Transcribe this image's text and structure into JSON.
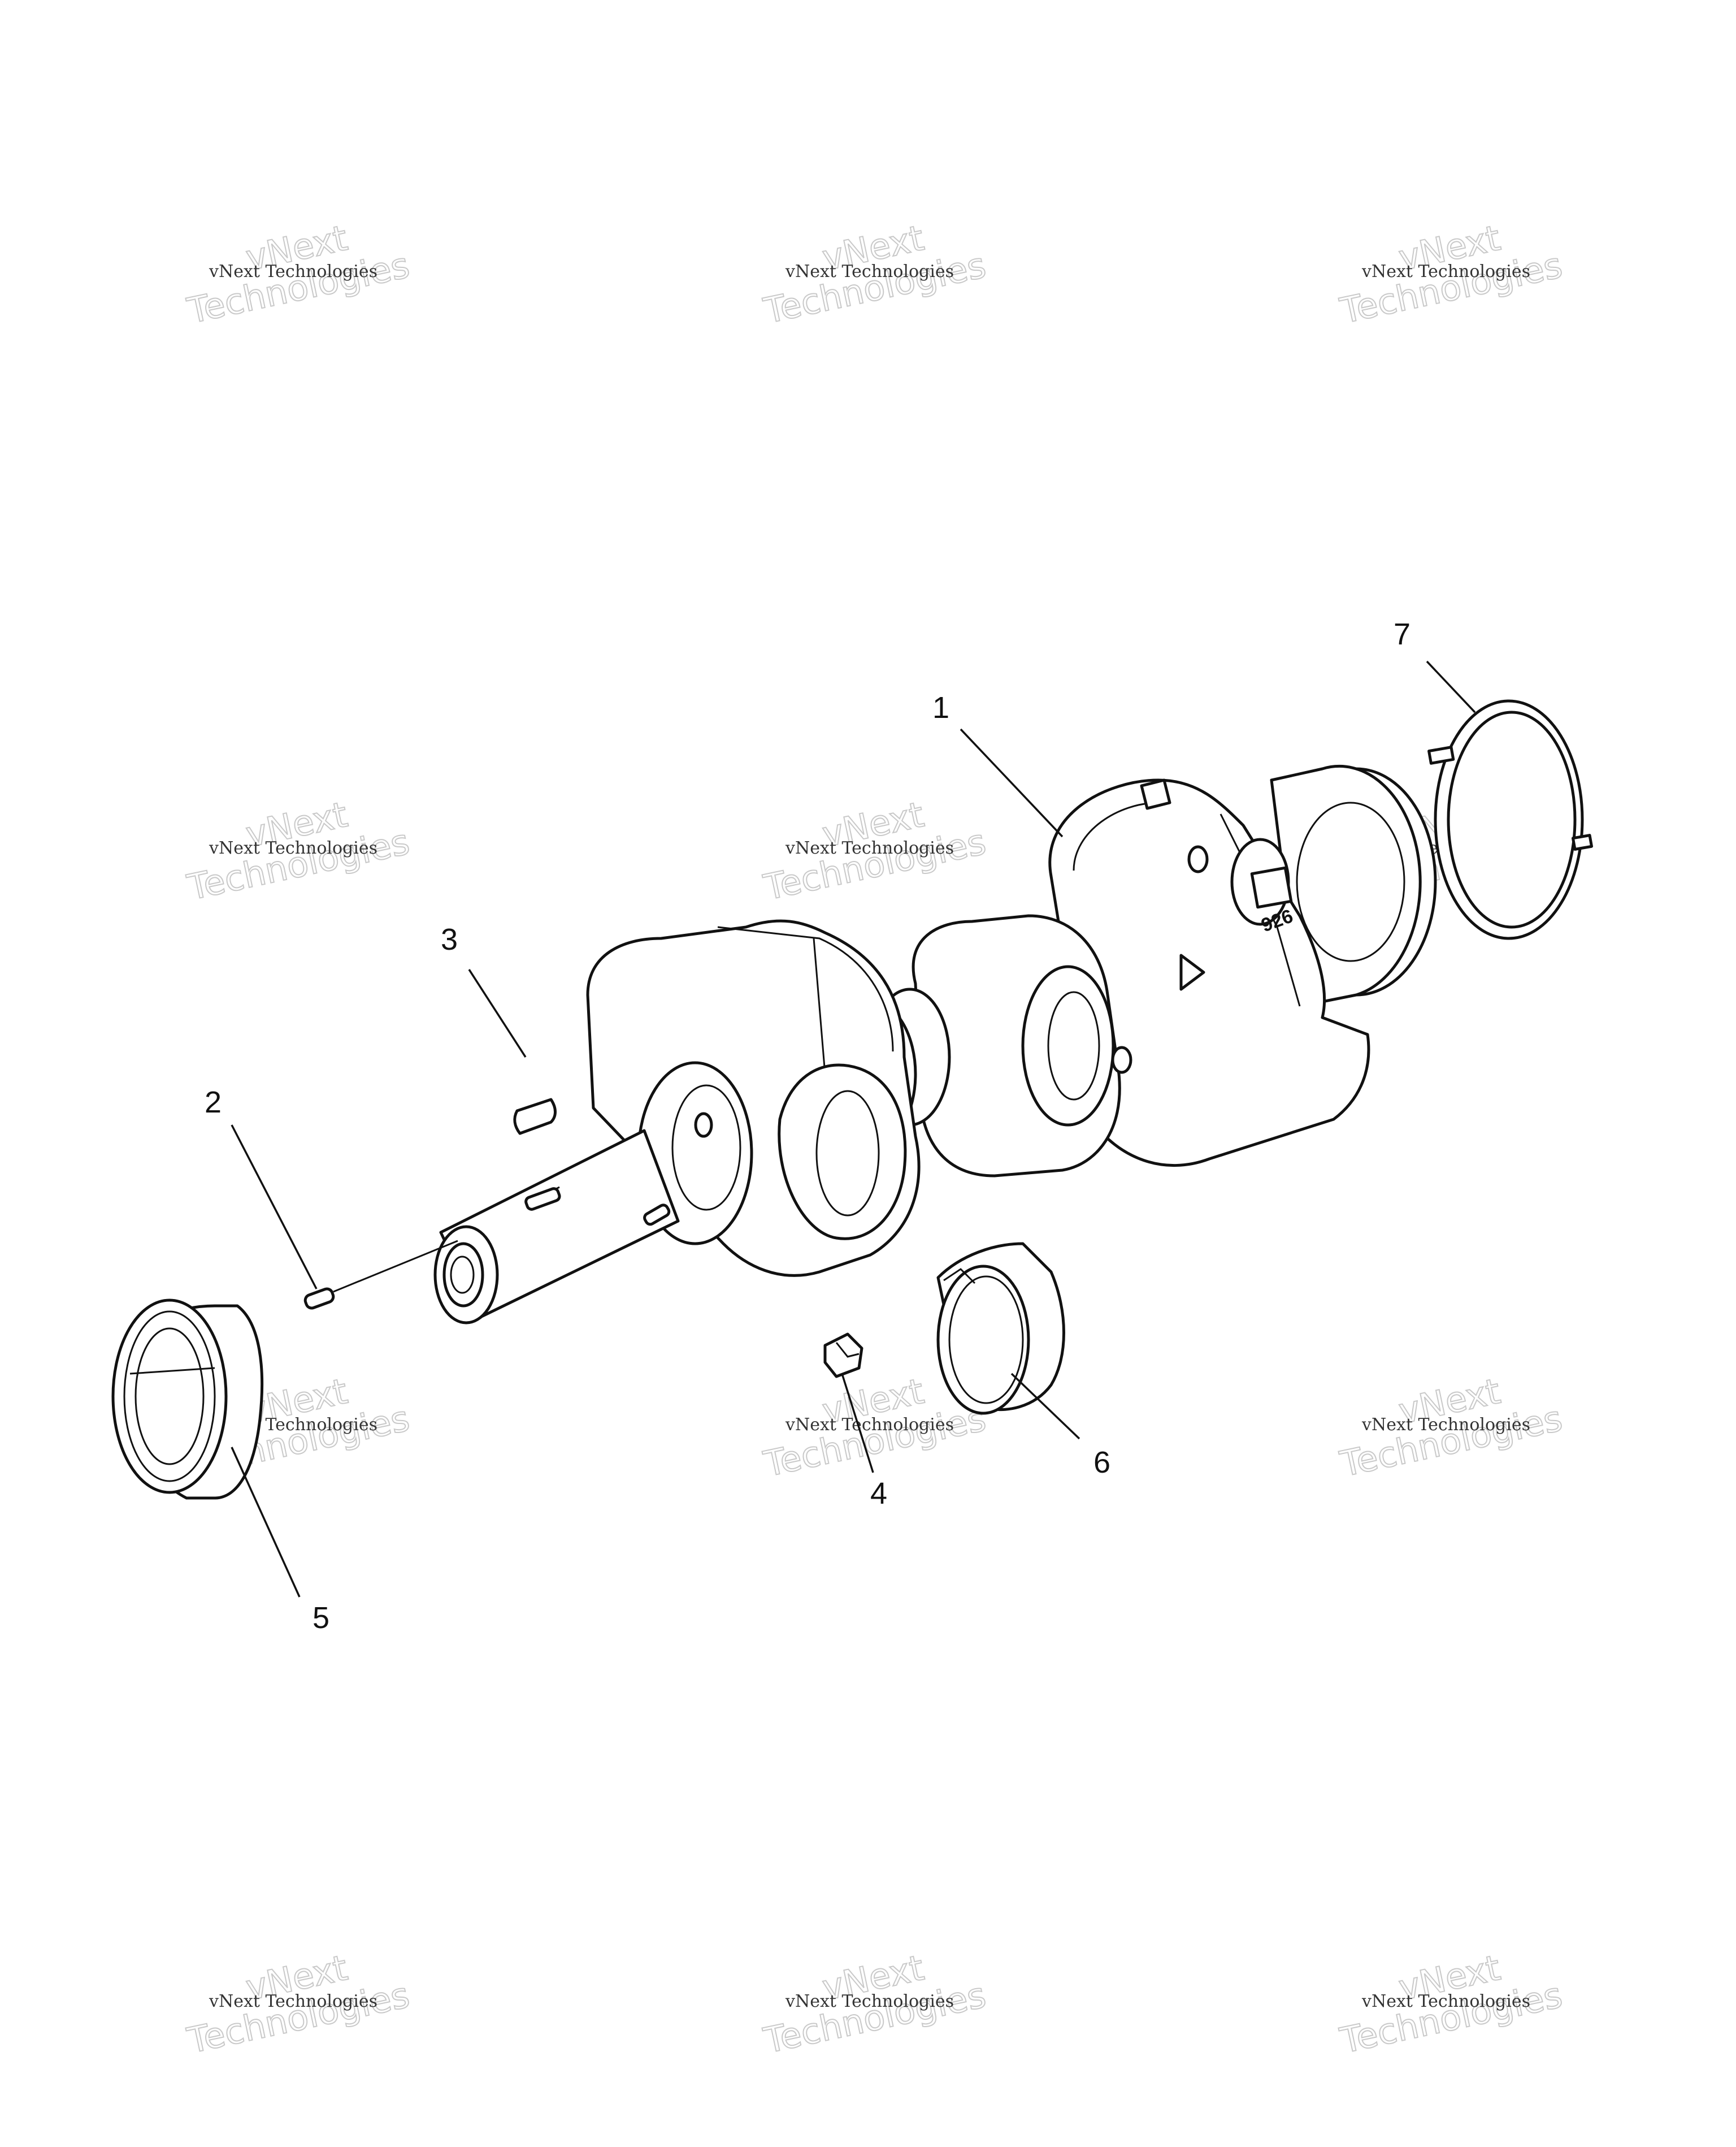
{
  "diagram": {
    "callouts": [
      {
        "id": "1",
        "label": "1"
      },
      {
        "id": "2",
        "label": "2"
      },
      {
        "id": "3",
        "label": "3"
      },
      {
        "id": "4",
        "label": "4"
      },
      {
        "id": "5",
        "label": "5"
      },
      {
        "id": "6",
        "label": "6"
      },
      {
        "id": "7",
        "label": "7"
      }
    ],
    "crankshaft_stamp": "926",
    "watermark": {
      "line1": "vNext Technologies",
      "line2a": "vNext",
      "line2b": "Technologies"
    }
  }
}
